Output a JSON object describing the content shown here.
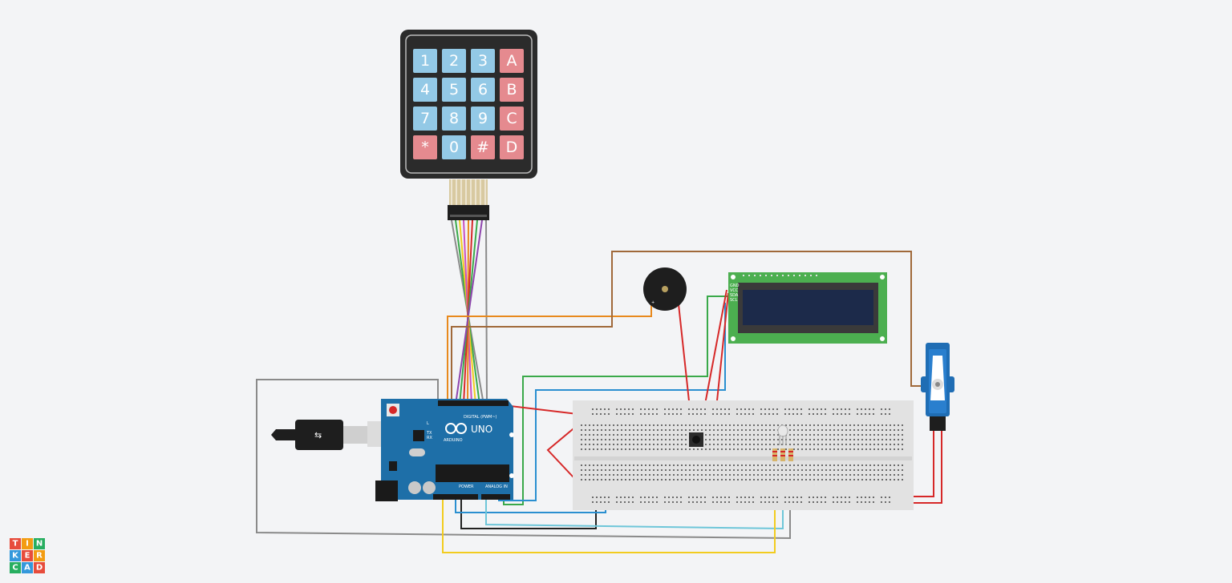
{
  "app": {
    "logo_letters": [
      "T",
      "I",
      "N",
      "K",
      "E",
      "R",
      "C",
      "A",
      "D"
    ],
    "logo_colors": [
      "#e74c3c",
      "#f39c12",
      "#27ae60",
      "#3498db",
      "#e74c3c",
      "#f39c12",
      "#27ae60",
      "#3498db",
      "#e74c3c"
    ]
  },
  "keypad": {
    "keys": [
      {
        "label": "1",
        "color": "#93c9e6"
      },
      {
        "label": "2",
        "color": "#93c9e6"
      },
      {
        "label": "3",
        "color": "#93c9e6"
      },
      {
        "label": "A",
        "color": "#e58a8f"
      },
      {
        "label": "4",
        "color": "#93c9e6"
      },
      {
        "label": "5",
        "color": "#93c9e6"
      },
      {
        "label": "6",
        "color": "#93c9e6"
      },
      {
        "label": "B",
        "color": "#e58a8f"
      },
      {
        "label": "7",
        "color": "#93c9e6"
      },
      {
        "label": "8",
        "color": "#93c9e6"
      },
      {
        "label": "9",
        "color": "#93c9e6"
      },
      {
        "label": "C",
        "color": "#e58a8f"
      },
      {
        "label": "*",
        "color": "#e58a8f"
      },
      {
        "label": "0",
        "color": "#93c9e6"
      },
      {
        "label": "#",
        "color": "#e58a8f"
      },
      {
        "label": "D",
        "color": "#e58a8f"
      }
    ]
  },
  "arduino": {
    "brand": "ARDUINO",
    "model": "UNO",
    "digital_label": "DIGITAL (PWM~)",
    "power_label": "POWER",
    "analog_label": "ANALOG IN",
    "tx_label": "TX",
    "rx_label": "RX",
    "l_label": "L"
  },
  "lcd": {
    "pin_labels": [
      "GND",
      "VCC",
      "SDA",
      "SCL"
    ]
  },
  "colors": {
    "board_blue": "#1e6fa8",
    "lcd_green": "#4caf50",
    "lcd_screen": "#1c2a4a",
    "wire_red": "#d62828",
    "wire_orange": "#e8891d",
    "wire_brown": "#a0693a",
    "wire_green": "#3aa94a",
    "wire_blue": "#2a8fd0",
    "wire_yellow": "#f2cc1f",
    "wire_black": "#222222",
    "wire_cyan": "#6ec6d9",
    "wire_gray": "#8a8a8a"
  }
}
